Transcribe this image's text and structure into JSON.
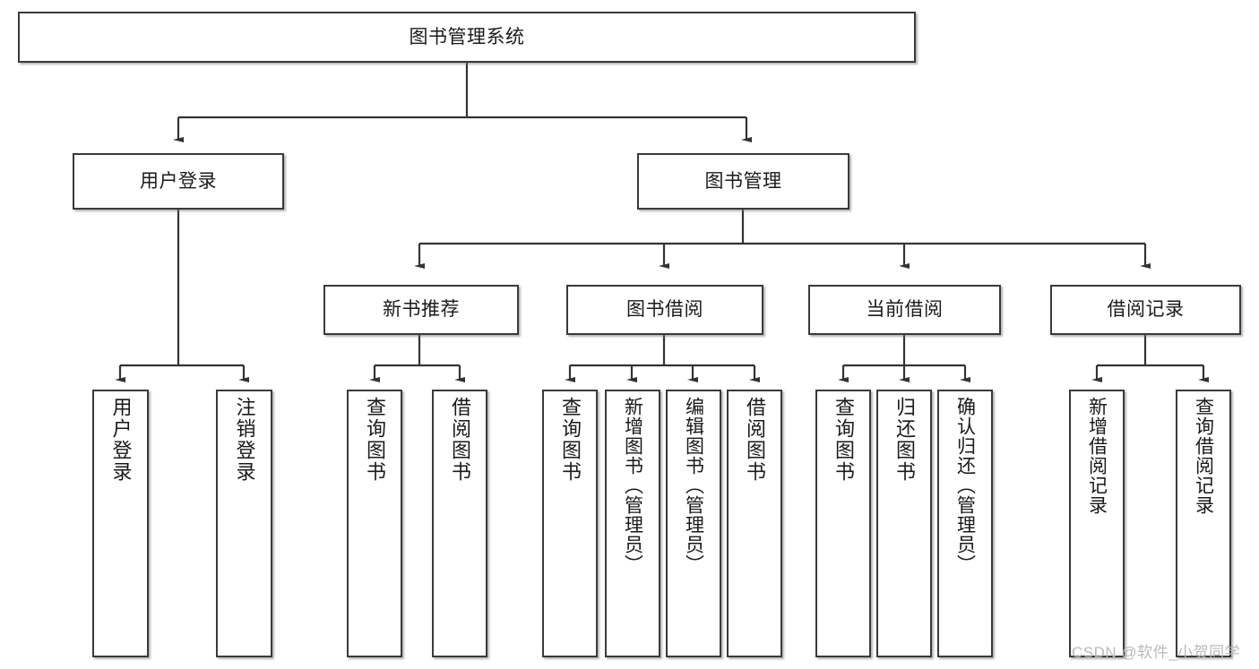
{
  "diagram": {
    "title": "图书管理系统",
    "type": "hierarchical-tree",
    "watermark": "CSDN @软件_小贺同学",
    "colors": {
      "box_border": "#3a3a3a",
      "box_fill": "#ffffff",
      "connector": "#333333",
      "text": "#1a1a1a",
      "watermark": "#b9b9b9"
    },
    "nodes": {
      "root": "图书管理系统",
      "level2": {
        "user_login": "用户登录",
        "book_management": "图书管理"
      },
      "level3": {
        "new_book_recommend": "新书推荐",
        "book_borrow": "图书借阅",
        "current_borrow": "当前借阅",
        "borrow_record": "借阅记录"
      },
      "leaves": {
        "user_login_children": [
          "用户登录",
          "注销登录"
        ],
        "new_book_recommend_children": [
          "查询图书",
          "借阅图书"
        ],
        "book_borrow_children": [
          "查询图书",
          "新增图书（管理员）",
          "编辑图书（管理员）",
          "借阅图书"
        ],
        "current_borrow_children": [
          "查询图书",
          "归还图书",
          "确认归还（管理员）"
        ],
        "borrow_record_children": [
          "新增借阅记录",
          "查询借阅记录"
        ]
      }
    }
  }
}
